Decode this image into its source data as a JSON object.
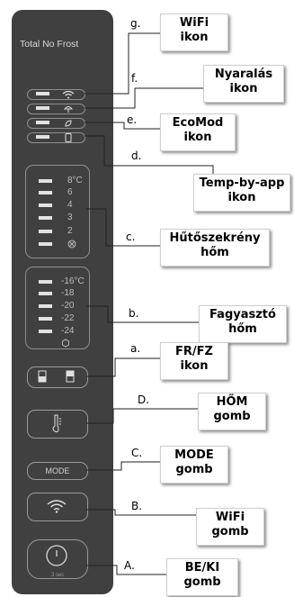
{
  "panel": {
    "brand": "Total No Frost",
    "fridge_temps": [
      "8°C",
      "6",
      "4",
      "3",
      "2"
    ],
    "freezer_temps": [
      "-16°C",
      "-18",
      "-20",
      "-22",
      "-24"
    ],
    "mode_label": "MODE",
    "power_hint": "3 sec"
  },
  "callouts": [
    {
      "letter": "g.",
      "label": "WiFi\nikon"
    },
    {
      "letter": "f.",
      "label": "Nyaralás\nikon"
    },
    {
      "letter": "e.",
      "label": "EcoMod\nikon"
    },
    {
      "letter": "d.",
      "label": "Temp-by-app\nikon"
    },
    {
      "letter": "c.",
      "label": "Hűtőszekrény\nhőm"
    },
    {
      "letter": "b.",
      "label": "Fagyasztó\nhőm"
    },
    {
      "letter": "a.",
      "label": "FR/FZ\nikon"
    },
    {
      "letter": "D.",
      "label": "HŐM\ngomb"
    },
    {
      "letter": "C.",
      "label": "MODE\ngomb"
    },
    {
      "letter": "B.",
      "label": "WiFi\ngomb"
    },
    {
      "letter": "A.",
      "label": "BE/KI\ngomb"
    }
  ],
  "icons": [
    "wifi-icon",
    "umbrella-icon",
    "leaf-icon",
    "phone-icon",
    "snowflake-icon",
    "thermometer-icon",
    "power-icon",
    "door-icon"
  ]
}
